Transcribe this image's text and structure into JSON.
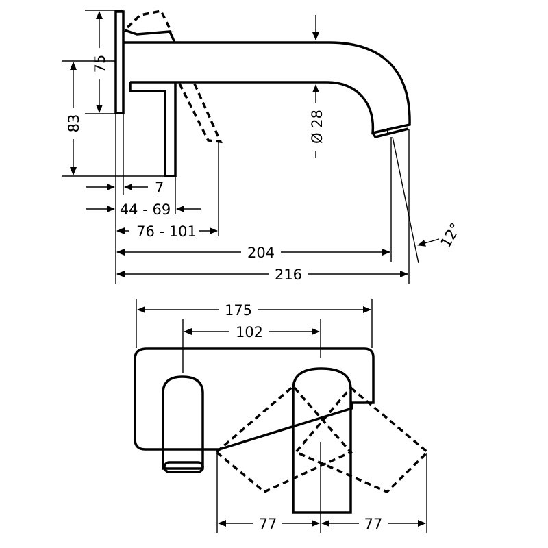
{
  "side_view": {
    "dimensions": {
      "escutcheon_height": "75",
      "lever_height": "83",
      "wall_thickness": "7",
      "lever_depth_range": "44 - 69",
      "lever_open_range": "76 - 101",
      "spout_diameter": "Ø 28",
      "spout_reach_outlet": "204",
      "spout_reach_total": "216",
      "outlet_angle": "12°"
    }
  },
  "front_view": {
    "dimensions": {
      "plate_width": "175",
      "center_distance": "102",
      "swing_left": "77",
      "swing_right": "77"
    }
  }
}
